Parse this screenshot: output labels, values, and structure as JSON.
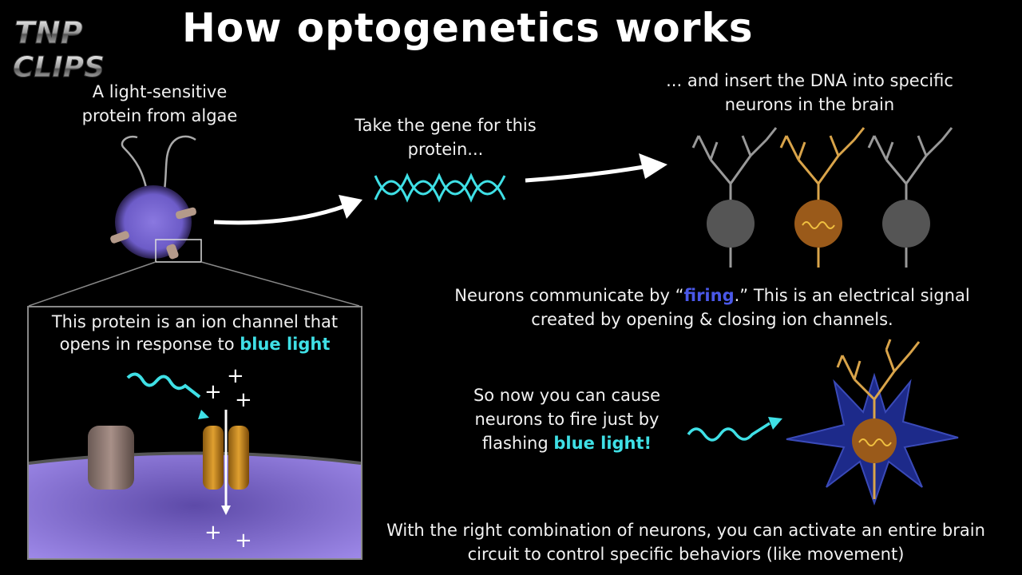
{
  "title": "How optogenetics works",
  "logo": {
    "line1": "TNP",
    "line2": "CLIPS"
  },
  "algae_label": "A light-sensitive protein from algae",
  "gene_label": "Take the gene for this protein...",
  "dna_label": "... and insert the DNA into specific neurons in the brain",
  "inset": {
    "caption_pre": "This protein is an ion channel that opens in response to",
    "caption_highlight": "blue light"
  },
  "firing": {
    "pre": "Neurons communicate by “",
    "highlight": "firing",
    "post": ".”  This is an electrical signal created by opening & closing ion channels."
  },
  "flash": {
    "pre": "So now you can cause neurons to fire just by flashing",
    "highlight": "blue light!"
  },
  "circuit_text": "With the right combination of neurons, you can activate an entire brain circuit to control specific behaviors (like movement)",
  "colors": {
    "cyan": "#3fe0e6",
    "blue": "#4a58e8",
    "purple": "#8a78e0",
    "gold": "#d9a44a"
  }
}
